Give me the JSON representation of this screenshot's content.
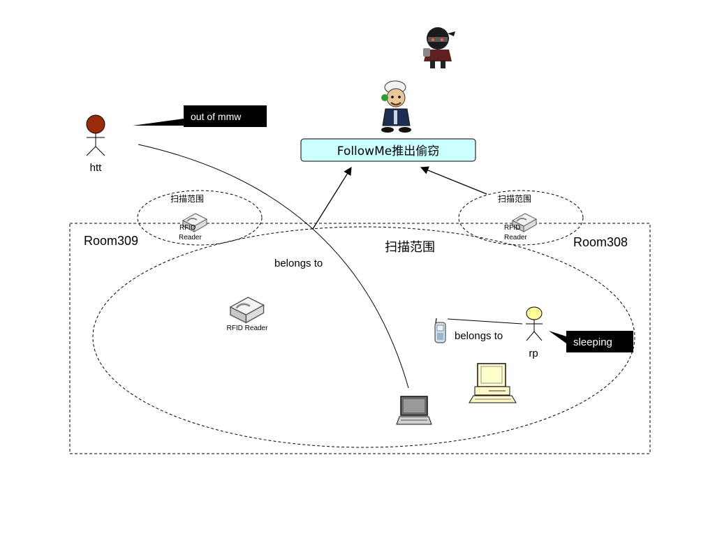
{
  "system": {
    "title": "FollowMe推出偷窃"
  },
  "scan_range_label": "扫描范围",
  "rooms": {
    "left": "Room309",
    "right": "Room308"
  },
  "readers": {
    "left_line1": "RFID",
    "left_line2": "Reader",
    "right_line1": "RFID",
    "right_line2": "Reader",
    "center": "RFID Reader"
  },
  "people": {
    "outside": {
      "name": "htt",
      "callout": "out of mmw",
      "color": "#9a2a0c"
    },
    "inside": {
      "name": "rp",
      "callout": "sleeping",
      "color": "#ffff99"
    }
  },
  "relations": {
    "laptop_owner": "belongs to",
    "phone_owner": "belongs to"
  },
  "colors": {
    "title_box": "#ccffff",
    "callout": "#000000"
  },
  "icons": [
    "thief-icon",
    "police-icon",
    "rfid-reader-icon",
    "laptop-icon",
    "desktop-computer-icon",
    "mobile-phone-icon",
    "person-icon"
  ]
}
